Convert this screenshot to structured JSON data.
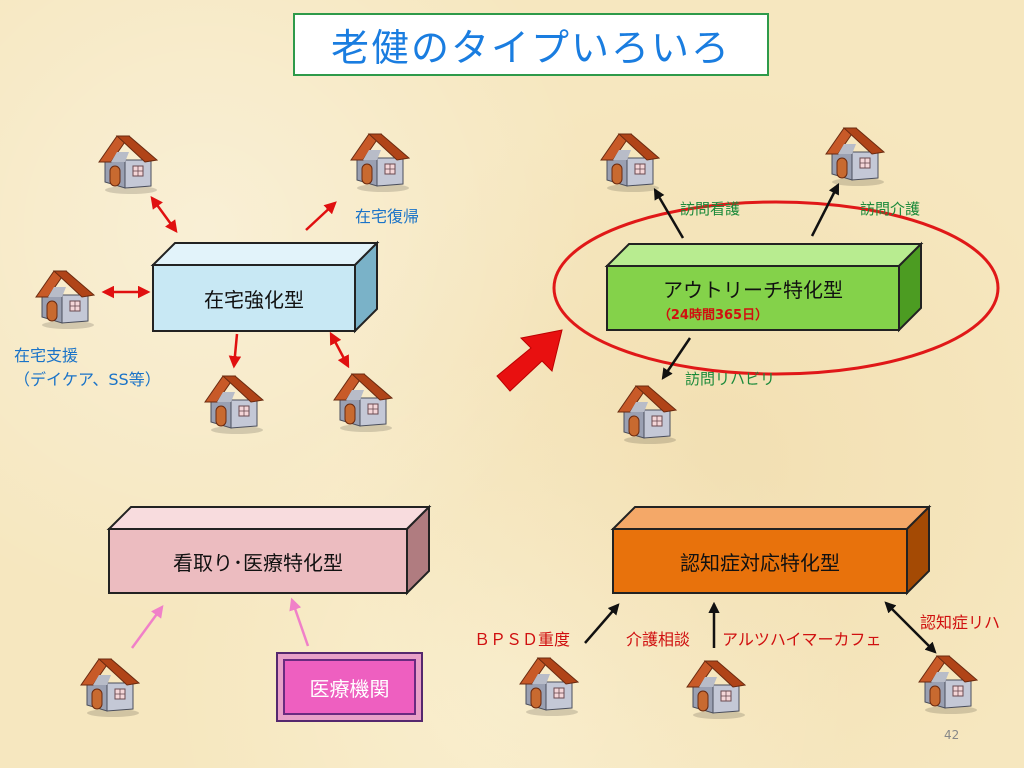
{
  "title": "老健のタイプいろいろ",
  "boxes": {
    "home_strengthen": "在宅強化型",
    "outreach": "アウトリーチ特化型",
    "outreach_sub": "（24時間365日）",
    "terminal_medical": "看取り･医療特化型",
    "dementia": "認知症対応特化型"
  },
  "labels": {
    "home_return": "在宅復帰",
    "home_support_line1": "在宅支援",
    "home_support_line2": "（デイケア、SS等）",
    "visit_nursing": "訪問看護",
    "visit_care": "訪問介護",
    "visit_rehab": "訪問リハビリ",
    "bpsd": "ＢＰＳＤ重度",
    "care_consult": "介護相談",
    "alz_cafe": "アルツハイマーカフェ",
    "dementia_rehab": "認知症リハ",
    "medical_institution": "医療機関"
  },
  "page_number": "42",
  "colors": {
    "title_text": "#1a7de0",
    "home_box": "#c8e8f4",
    "outreach_box": "#84d24a",
    "terminal_box": "#ecbcc0",
    "dementia_box": "#e8720c",
    "red_arrow": "#e01010",
    "pink_arrow": "#f080c8",
    "ellipse": "#e01818"
  }
}
